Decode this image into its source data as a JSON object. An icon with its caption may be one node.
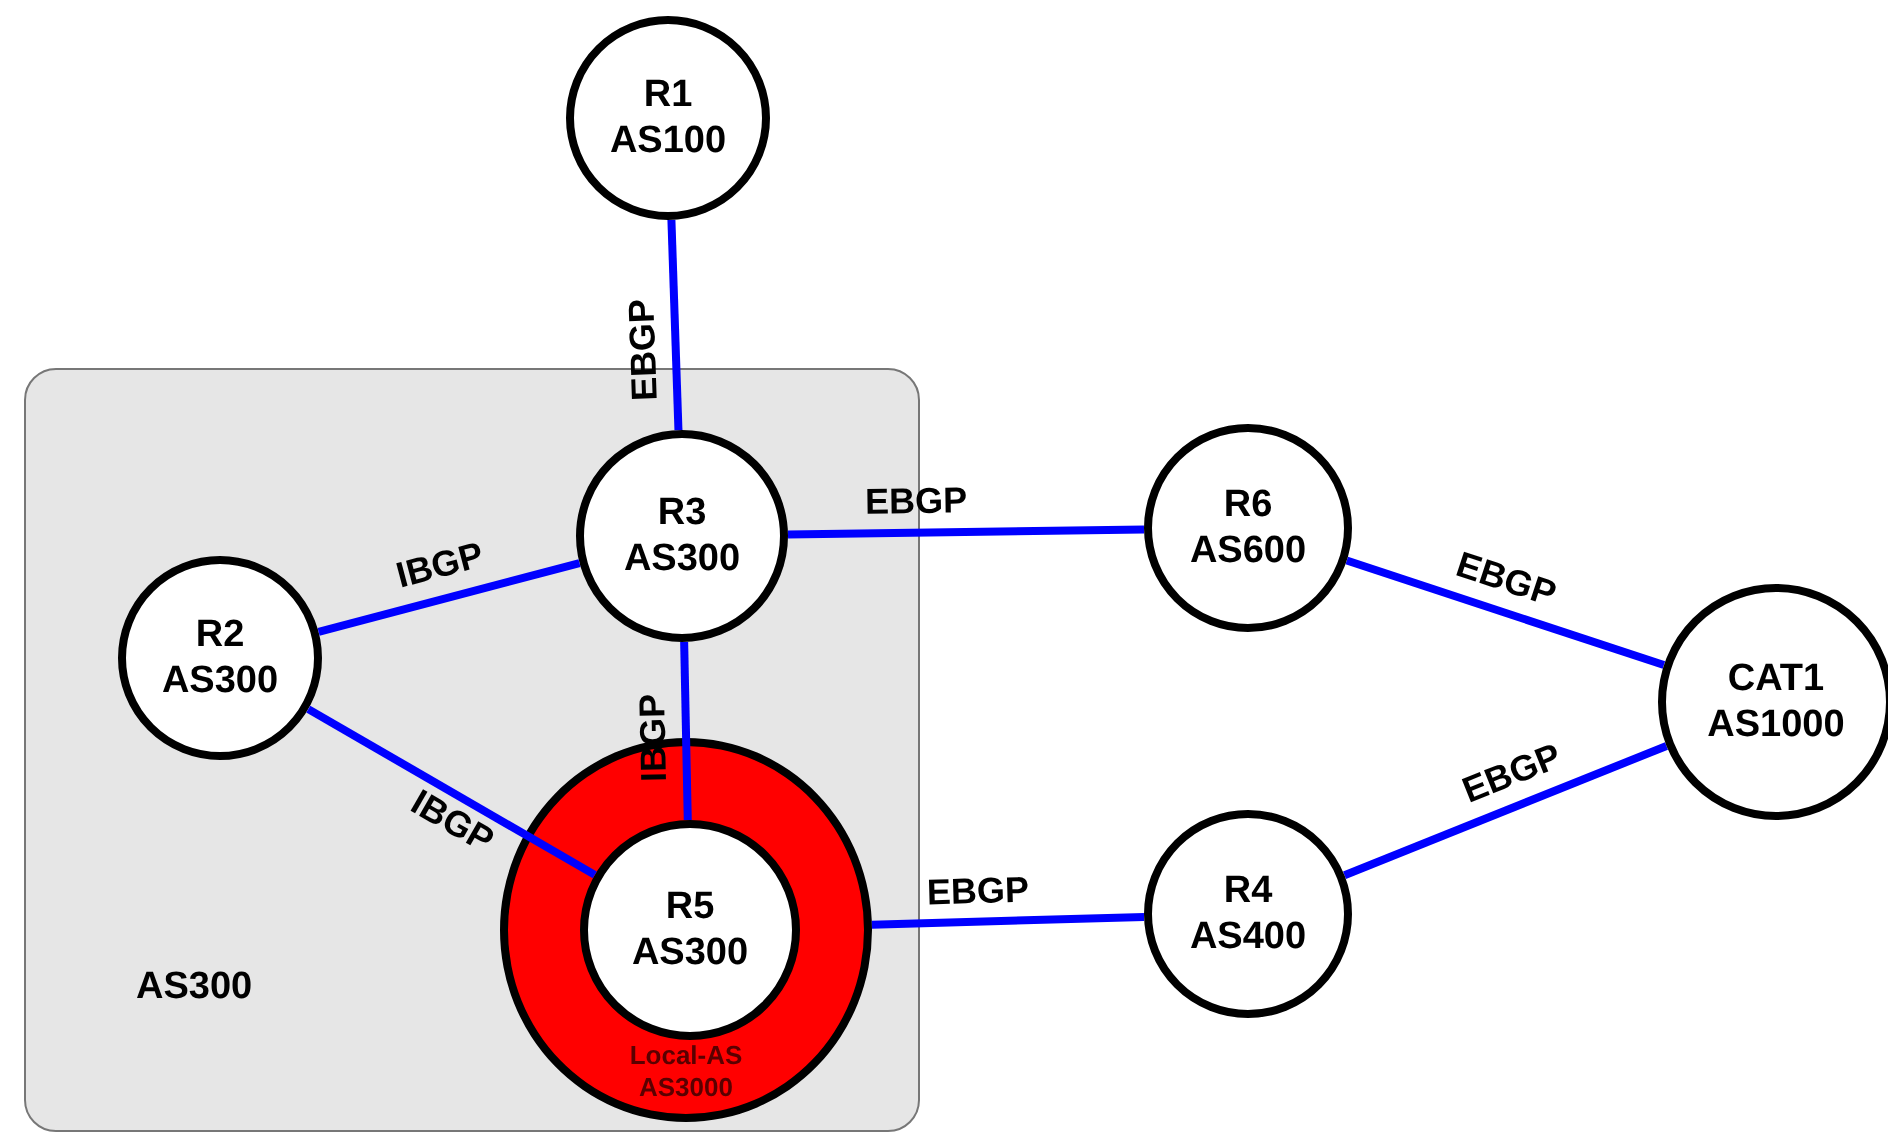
{
  "diagram": {
    "nodes": [
      {
        "text": [
          "AS300"
        ]
      },
      {
        "text": [
          "R1 AS100"
        ]
      },
      {
        "text": [
          "R3 AS300"
        ],
        "in": 0
      },
      {
        "text": [
          "R2 AS300"
        ],
        "in": 0
      },
      {
        "text": [
          "Local-AS AS3000"
        ],
        "in": 0
      },
      {
        "text": [
          "R5 AS300"
        ],
        "in": 4
      },
      {
        "text": [
          "R6 AS600"
        ]
      },
      {
        "text": [
          "R4 AS400"
        ]
      },
      {
        "text": [
          "CAT1 AS1000"
        ]
      }
    ],
    "edges": [
      {
        "from": 1,
        "to": 2,
        "arrow": "none",
        "label": "EBGP"
      },
      {
        "from": 3,
        "to": 2,
        "arrow": "none",
        "label": "IBGP"
      },
      {
        "from": 2,
        "to": 6,
        "arrow": "none",
        "label": "EBGP"
      },
      {
        "from": 6,
        "to": 8,
        "arrow": "none",
        "label": "EBGP"
      },
      {
        "from": 3,
        "to": 5,
        "arrow": "none",
        "label": "IBGP"
      },
      {
        "from": 2,
        "to": 5,
        "arrow": "none",
        "label": "IBGP"
      },
      {
        "from": 4,
        "to": 7,
        "arrow": "none",
        "label": "EBGP"
      },
      {
        "from": 7,
        "to": 8,
        "arrow": "none",
        "label": "EBGP"
      }
    ]
  }
}
